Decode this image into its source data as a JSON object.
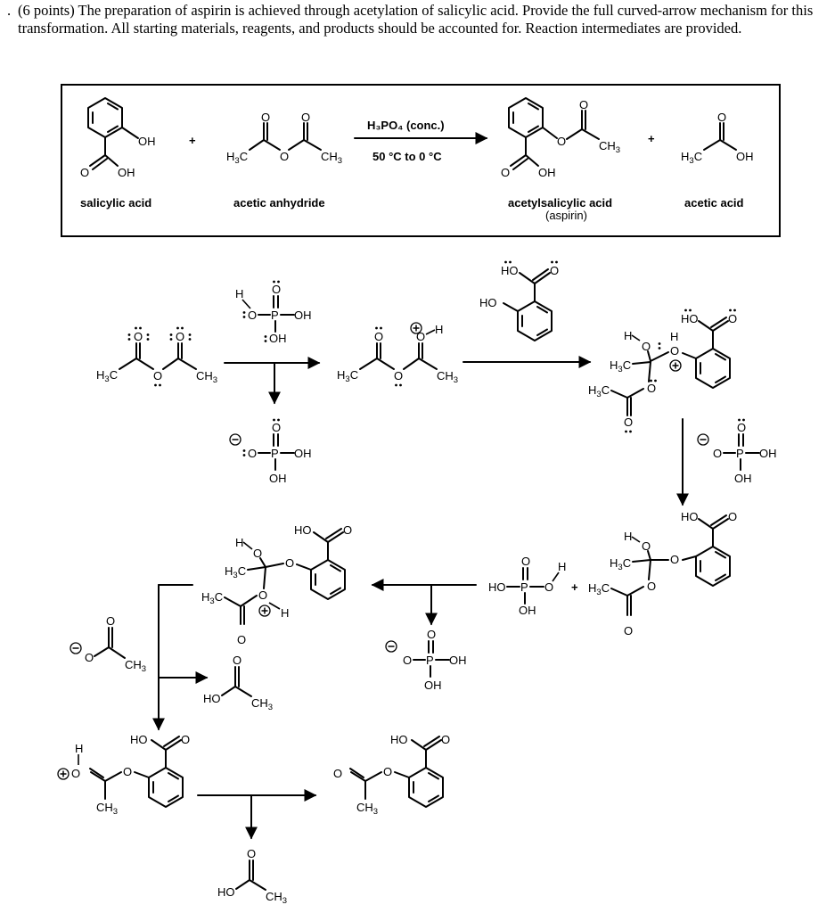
{
  "question": {
    "number": ".",
    "text": "(6 points) The preparation of aspirin is achieved through acetylation of salicylic acid. Provide the full curved-arrow mechanism for this transformation. All starting materials, reagents, and products should be accounted for. Reaction intermediates are provided."
  },
  "reaction": {
    "reagent": "H₃PO₄ (conc.)",
    "conditions": "50 °C to 0 °C",
    "plus": "+",
    "compounds": [
      {
        "label": "salicylic acid"
      },
      {
        "label": "acetic anhydride"
      },
      {
        "label": "acetylsalicylic acid",
        "sublabel": "(aspirin)"
      },
      {
        "label": "acetic acid"
      }
    ]
  },
  "atoms": {
    "OH": "OH",
    "HO": "HO",
    "O": "O",
    "P": "P",
    "H": "H",
    "C": "C",
    "CH3_main": "CH",
    "H3C_H": "H",
    "H3C_C": "C",
    "sub3": "3",
    "plus_charge": "+",
    "minus_charge": "−"
  }
}
